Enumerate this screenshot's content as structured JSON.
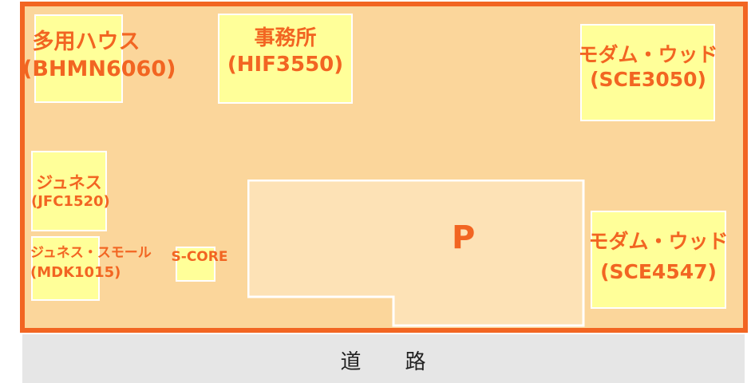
{
  "buildings": [
    {
      "name": "多用ハウス",
      "code": "(BHMN6060)"
    },
    {
      "name": "事務所",
      "code": "(HIF3550)"
    },
    {
      "name": "モダム・ウッド",
      "code": "(SCE3050)"
    },
    {
      "name": "ジュネス",
      "code": "(JFC1520)"
    },
    {
      "name": "ジュネス・スモール",
      "code": "(MDK1015)"
    },
    {
      "name": "S-CORE"
    },
    {
      "name": "モダム・ウッド",
      "code": "(SCE4547)"
    }
  ],
  "parking": {
    "label": "P"
  },
  "road": {
    "label": "道　　路"
  },
  "colors": {
    "border": "#f26522",
    "site": "#fbd69b",
    "building": "#ffff99",
    "text": "#f26522",
    "road": "#e6e6e6"
  }
}
